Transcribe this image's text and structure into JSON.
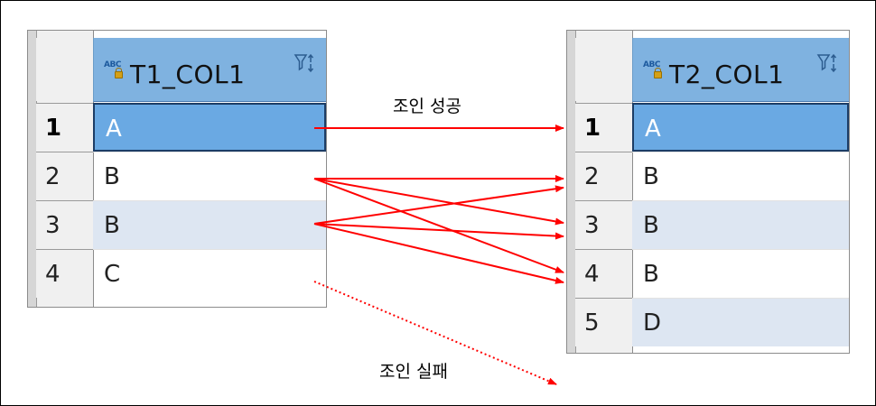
{
  "left_table": {
    "column_header": "T1_COL1",
    "rows": [
      {
        "num": "1",
        "value": "A"
      },
      {
        "num": "2",
        "value": "B"
      },
      {
        "num": "3",
        "value": "B"
      },
      {
        "num": "4",
        "value": "C"
      }
    ]
  },
  "right_table": {
    "column_header": "T2_COL1",
    "rows": [
      {
        "num": "1",
        "value": "A"
      },
      {
        "num": "2",
        "value": "B"
      },
      {
        "num": "3",
        "value": "B"
      },
      {
        "num": "4",
        "value": "B"
      },
      {
        "num": "5",
        "value": "D"
      }
    ]
  },
  "icons": {
    "column_type": "abc-icon",
    "filter_sort": "filter-sort-icon"
  },
  "labels": {
    "join_success": "조인 성공",
    "join_failure": "조인 실패"
  },
  "colors": {
    "arrow": "#ff0000",
    "header_bg": "#7fb2e0",
    "selected_bg": "#6aa9e3",
    "alt_row_bg": "#dde6f2"
  },
  "connections": {
    "success": [
      {
        "from": "1",
        "to": "1"
      },
      {
        "from": "2",
        "to": "2"
      },
      {
        "from": "2",
        "to": "3"
      },
      {
        "from": "2",
        "to": "4"
      },
      {
        "from": "3",
        "to": "2"
      },
      {
        "from": "3",
        "to": "3"
      },
      {
        "from": "3",
        "to": "4"
      }
    ],
    "failure": [
      {
        "from": "4",
        "to": "none"
      }
    ]
  }
}
